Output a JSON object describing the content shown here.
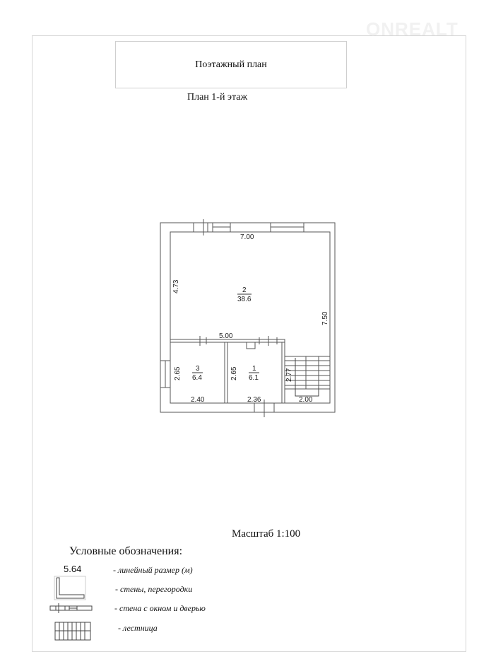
{
  "watermark": "ONREALT",
  "header": {
    "title": "Поэтажный план",
    "subtitle": "План  1-й этаж"
  },
  "plan": {
    "rooms": [
      {
        "number": "2",
        "area": "38.6"
      },
      {
        "number": "3",
        "area": "6.4"
      },
      {
        "number": "1",
        "area": "6.1"
      }
    ],
    "dimensions": {
      "top": "7.00",
      "left_main": "4.73",
      "right_main": "7.50",
      "partition": "5.00",
      "room3_height": "2.65",
      "room3_width": "2.40",
      "room1_height": "2.65",
      "room1_width": "2.36",
      "stair_height": "2.77",
      "stair_width": "2.00"
    }
  },
  "scale": "Масштаб 1:100",
  "legend": {
    "title": "Условные обозначения:",
    "sample_dimension": "5.64",
    "items": [
      "- линейный размер (м)",
      "- стены, перегородки",
      "- стена с окном и дверью",
      "- лестница"
    ]
  }
}
